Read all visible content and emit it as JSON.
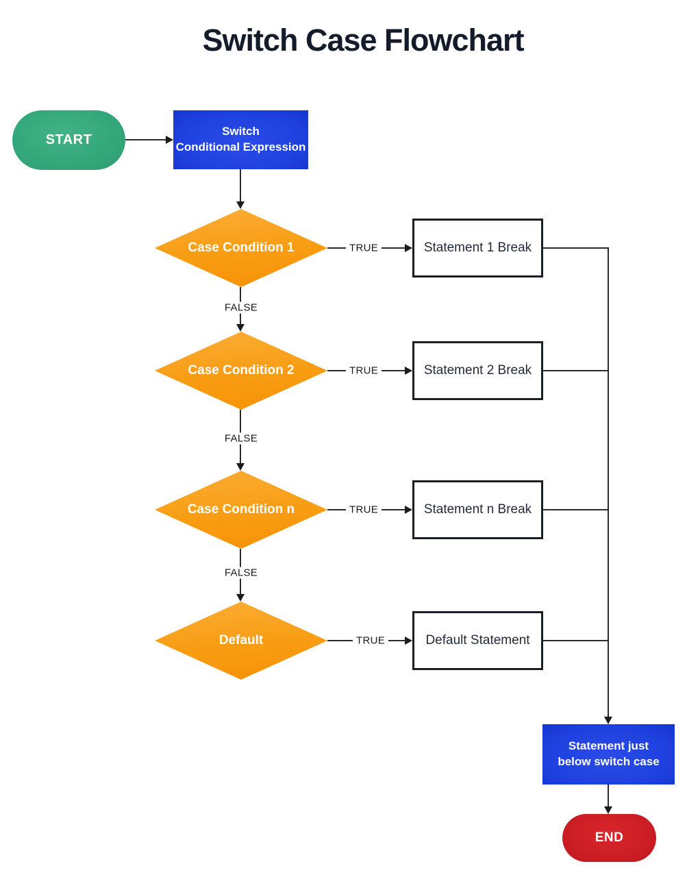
{
  "title": "Switch Case Flowchart",
  "colors": {
    "green": "#35a87b",
    "green-light": "#41b286",
    "blue": "#1e40de",
    "orange": "#f89d13",
    "red": "#cb1e24",
    "line": "#2b2b2b"
  },
  "start": {
    "label": "START"
  },
  "switch_box": {
    "label": "Switch\nConditional Expression"
  },
  "rows": [
    {
      "condition": "Case Condition 1",
      "true_label": "TRUE",
      "false_label": "FALSE",
      "statement": "Statement 1 Break"
    },
    {
      "condition": "Case Condition 2",
      "true_label": "TRUE",
      "false_label": "FALSE",
      "statement": "Statement 2 Break"
    },
    {
      "condition": "Case Condition n",
      "true_label": "TRUE",
      "false_label": "FALSE",
      "statement": "Statement n Break"
    },
    {
      "condition": "Default",
      "true_label": "TRUE",
      "statement": "Default Statement"
    }
  ],
  "below_box": {
    "label": "Statement just\nbelow switch case"
  },
  "end": {
    "label": "END"
  }
}
